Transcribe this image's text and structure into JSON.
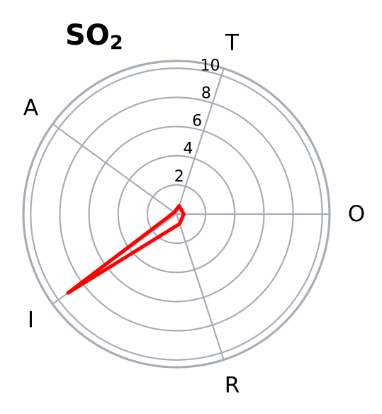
{
  "chart_data": {
    "type": "radar",
    "title": "SO",
    "title_subscript": "2",
    "axes": [
      "O",
      "T",
      "A",
      "I",
      "R"
    ],
    "rlim": [
      0,
      10.5
    ],
    "r_ticks": [
      2,
      4,
      6,
      8,
      10
    ],
    "r_tick_labels": [
      "2",
      "4",
      "6",
      "8",
      "10"
    ],
    "series": [
      {
        "values": [
          0.5,
          0.6,
          0.2,
          9.2,
          0.7
        ]
      }
    ],
    "grid": true,
    "colors": {
      "series": "#ff0000",
      "grid": "#a8adb5",
      "outer": "#a8adb5"
    }
  }
}
